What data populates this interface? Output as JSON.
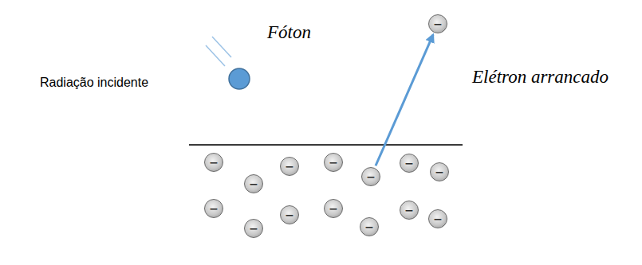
{
  "diagram": {
    "nodes": [
      {
        "text": [
          "−"
        ]
      },
      {
        "text": [
          "−"
        ]
      },
      {
        "text": [
          "−"
        ]
      },
      {
        "text": [
          "−"
        ]
      },
      {
        "text": [
          "−"
        ]
      },
      {
        "text": [
          "−"
        ]
      },
      {
        "text": [
          "−"
        ]
      },
      {
        "text": [
          "−"
        ]
      },
      {
        "text": [
          "−"
        ]
      },
      {
        "text": [
          "−"
        ]
      },
      {
        "text": [
          "−"
        ]
      },
      {
        "text": [
          "−"
        ]
      },
      {
        "text": [
          "−"
        ]
      },
      {
        "text": [
          "−"
        ]
      },
      {
        "text": [
          "−"
        ]
      }
    ],
    "edges": [
      {
        "from": 5,
        "to": 0,
        "arrow": "to"
      }
    ],
    "labels": [
      "Radiação incidente",
      "Fóton",
      "Elétron arrancado"
    ]
  }
}
